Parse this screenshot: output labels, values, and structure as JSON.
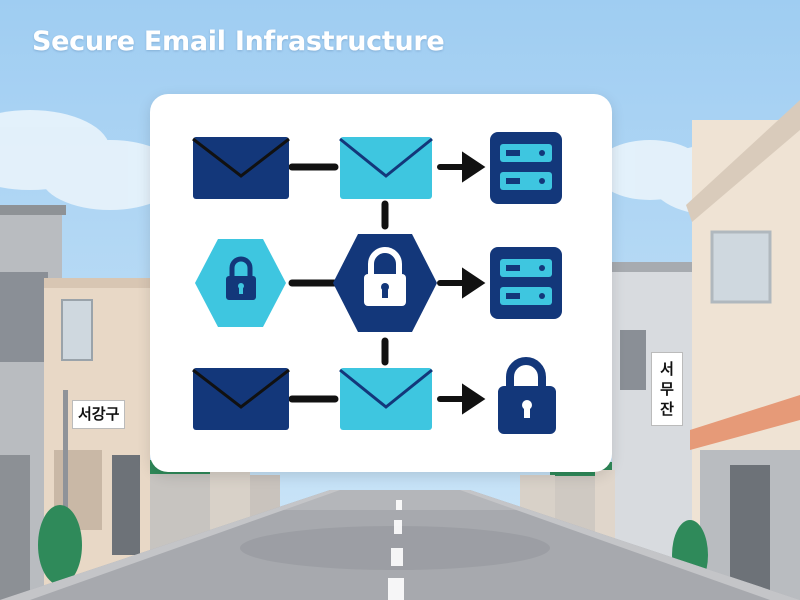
{
  "title": "Secure Email Infrastructure",
  "signs": {
    "left": "서강구",
    "right": "서무잔"
  },
  "diagram": {
    "rows": [
      {
        "start": "envelope-icon",
        "middle": "envelope-icon",
        "end": "server-icon"
      },
      {
        "start": "lock-icon",
        "middle": "lock-icon",
        "end": "server-icon"
      },
      {
        "start": "envelope-icon",
        "middle": "envelope-icon",
        "end": "lock-icon"
      }
    ]
  },
  "colors": {
    "sky": "#a9d3f3",
    "navy": "#13377a",
    "cyan": "#3ec6e0",
    "connector": "#111111",
    "card": "#ffffff",
    "road": "#a7a9ae"
  }
}
